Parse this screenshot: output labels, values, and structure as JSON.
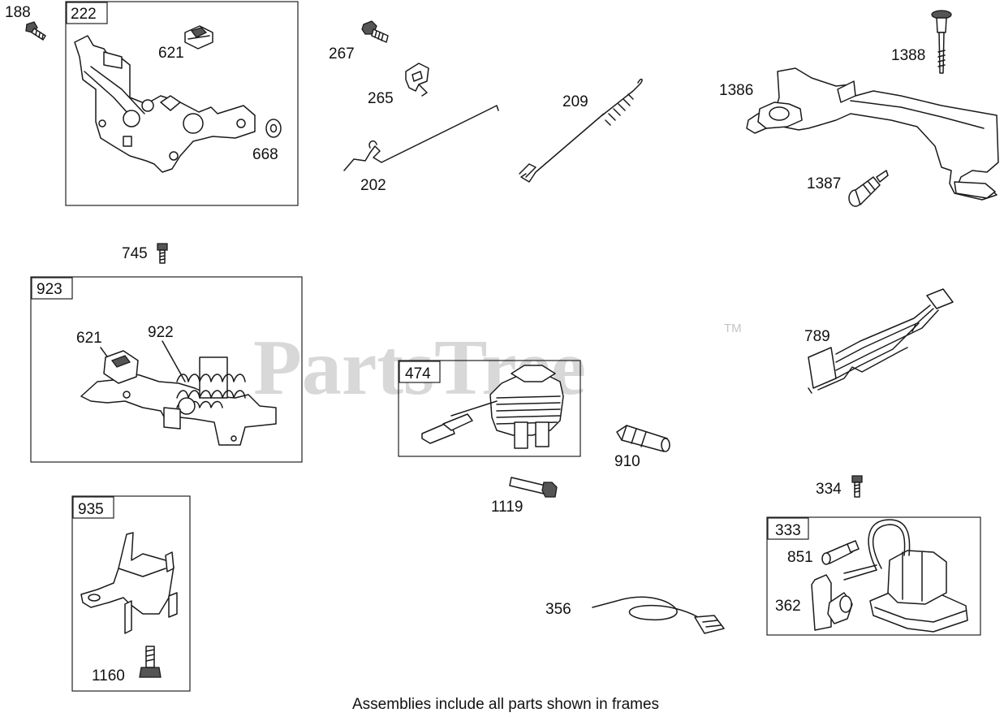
{
  "watermark": {
    "text": "PartsTree",
    "trademark": "TM"
  },
  "caption": "Assemblies include all parts shown in frames",
  "frames": {
    "f222": "222",
    "f923": "923",
    "f474": "474",
    "f935": "935",
    "f333": "333"
  },
  "labels": {
    "p188": "188",
    "p621a": "621",
    "p668": "668",
    "p267": "267",
    "p265": "265",
    "p202": "202",
    "p209": "209",
    "p1386": "1386",
    "p1388": "1388",
    "p1387": "1387",
    "p745": "745",
    "p621b": "621",
    "p922": "922",
    "p789": "789",
    "p910": "910",
    "p1119": "1119",
    "p334": "334",
    "p851": "851",
    "p362": "362",
    "p356": "356",
    "p1160": "1160"
  }
}
